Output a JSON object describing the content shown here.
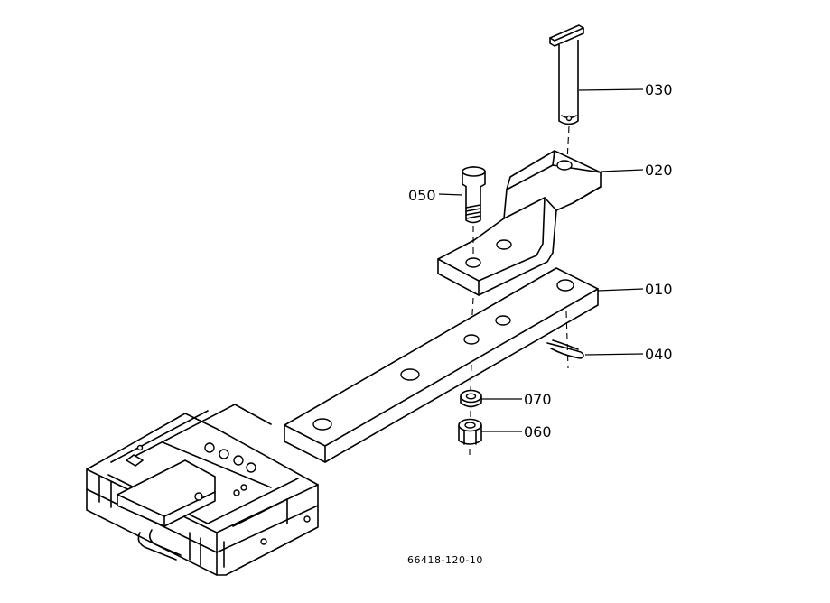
{
  "diagram": {
    "parts": [
      {
        "id": "010",
        "label": "010"
      },
      {
        "id": "020",
        "label": "020"
      },
      {
        "id": "030",
        "label": "030"
      },
      {
        "id": "040",
        "label": "040"
      },
      {
        "id": "050",
        "label": "050"
      },
      {
        "id": "060",
        "label": "060"
      },
      {
        "id": "070",
        "label": "070"
      }
    ],
    "figure_code": "66418-120-10"
  }
}
